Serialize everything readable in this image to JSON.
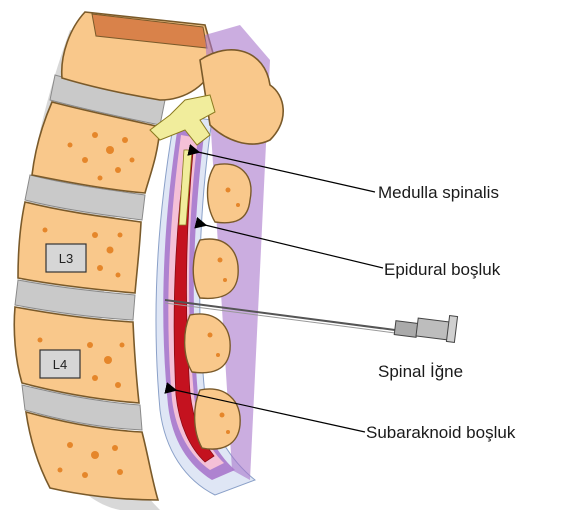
{
  "labels": {
    "medulla": "Medulla spinalis",
    "epidural": "Epidural boşluk",
    "needle": "Spinal İğne",
    "subarachnoid": "Subaraknoid boşluk"
  },
  "vertebra_labels": {
    "l3": "L3",
    "l4": "L4"
  },
  "colors": {
    "bone": "#f9c88b",
    "bone_outline": "#7a5a2a",
    "bone_spot": "#e5862a",
    "disc": "#c9c9c9",
    "spinal_cord": "#c4121f",
    "subarachnoid": "#f4c0d7",
    "dura": "#a877cc",
    "epidural": "#dfe6f5",
    "ligament": "#f1ed9c",
    "needle": "#888888",
    "arrow": "#000000"
  }
}
